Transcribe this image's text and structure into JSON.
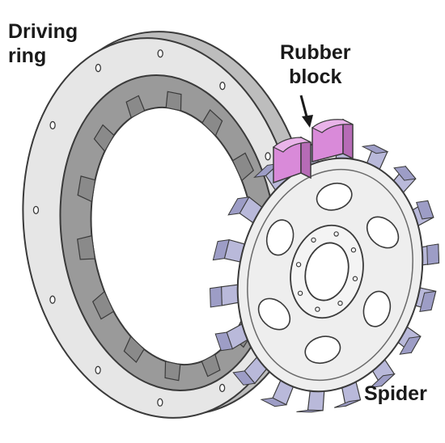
{
  "labels": {
    "driving_ring": [
      "Driving",
      "ring"
    ],
    "rubber_block": [
      "Rubber",
      "block"
    ],
    "spider": "Spider"
  },
  "colors": {
    "ring_face": "#e6e6e6",
    "ring_inner": "#c2c2c2",
    "ring_dark": "#8a8a8a",
    "outline": "#3a3a3a",
    "spider_teeth": "#b9b9da",
    "spider_teeth_side": "#9d9dc6",
    "spider_disc": "#eeeeee",
    "rubber_block": "#d98ad9",
    "rubber_block_top": "#e9b3e9"
  }
}
